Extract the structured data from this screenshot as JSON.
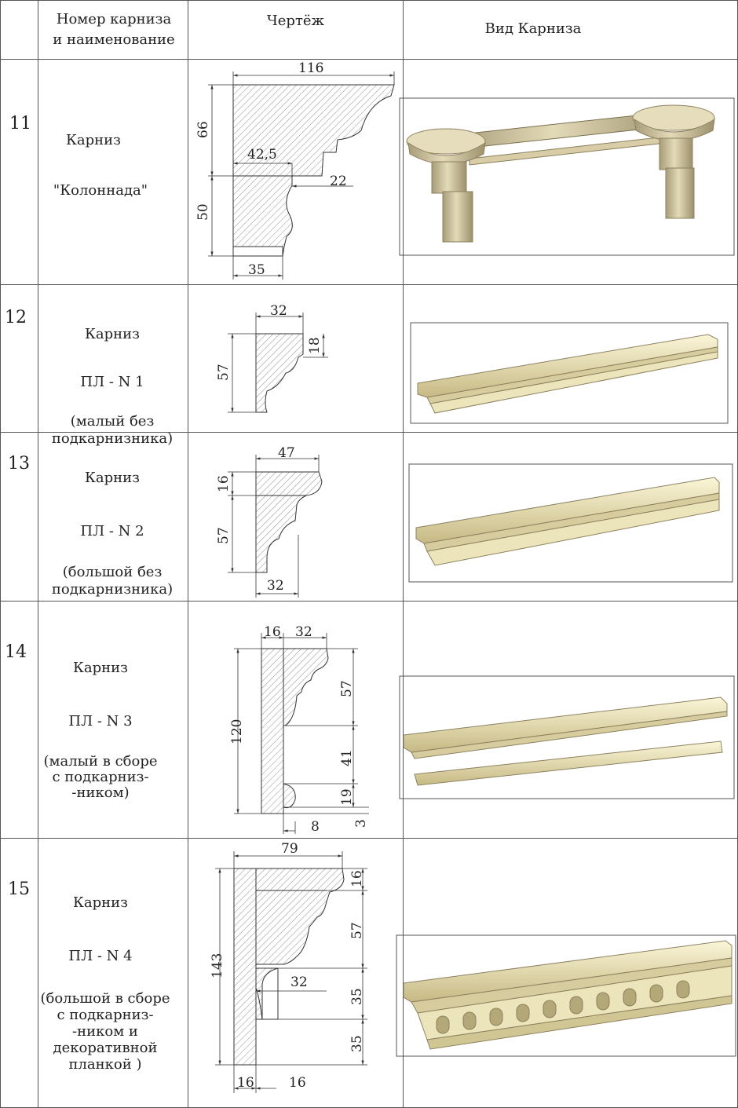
{
  "header": {
    "col1": "Номер карниза\nи наименование",
    "col2": "Чертёж",
    "col3": "Вид Карниза"
  },
  "rows": [
    {
      "num": "11",
      "name": "Карниз",
      "sub": "\"Колоннада\"",
      "note": "",
      "dims": {
        "width": "116",
        "top_h": "66",
        "bottom_h": "50",
        "mid_w": "42,5",
        "offset": "22",
        "bottom_w": "35"
      }
    },
    {
      "num": "12",
      "name": "Карниз",
      "sub": "ПЛ - N 1",
      "note": "(малый  без\nподкарнизника)",
      "dims": {
        "width": "32",
        "height": "57",
        "lip": "18"
      }
    },
    {
      "num": "13",
      "name": "Карниз",
      "sub": "ПЛ - N 2",
      "note": "(большой  без\nподкарнизника)",
      "dims": {
        "width": "47",
        "lip": "16",
        "height": "57",
        "bottom_w": "32"
      }
    },
    {
      "num": "14",
      "name": "Карниз",
      "sub": "ПЛ - N 3",
      "note": "(малый в сборе\nс подкарниз-\n-ником)",
      "dims": {
        "plank_w": "16",
        "width": "32",
        "total_h": "120",
        "h1": "57",
        "h2": "41",
        "h3": "19",
        "h4": "3",
        "bead": "8"
      }
    },
    {
      "num": "15",
      "name": "Карниз",
      "sub": "ПЛ - N 4",
      "note": "(большой в сборе\nс подкарниз-\n-ником и\nдекоративной\nпланкой )",
      "dims": {
        "width": "79",
        "lip": "16",
        "total_h": "143",
        "h1": "57",
        "h2": "35",
        "h3": "35",
        "inner_w": "32",
        "b1": "16",
        "b2": "16"
      }
    }
  ],
  "colors": {
    "line": "#555555",
    "molding": "#ece5bd",
    "molding_shade": "#c9bf8e",
    "column": "#cfc4a0"
  }
}
